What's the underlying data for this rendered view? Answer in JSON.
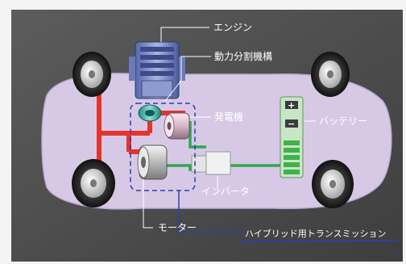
{
  "labels": {
    "engine": "エンジン",
    "power_split": "動力分割機構",
    "generator": "発電機",
    "battery": "バッテリー",
    "inverter": "インバータ",
    "motor": "モーター",
    "transmission": "ハイブリッド用トランスミッション"
  },
  "battery_marks": {
    "plus": "+",
    "minus": "−"
  },
  "colors": {
    "background": "#4f4f4f",
    "body_fill": "#d7c9e6",
    "mechanical_link": "#e3342f",
    "electrical_link": "#2fa84f",
    "highlight_line": "#2c3fa8",
    "label_text": "#ffffff"
  },
  "icons": {
    "engine": "engine-block-icon",
    "generator": "generator-drum-icon",
    "motor": "motor-drum-icon",
    "inverter": "inverter-box-icon",
    "battery": "battery-stack-icon",
    "wheel": "wheel-icon"
  }
}
